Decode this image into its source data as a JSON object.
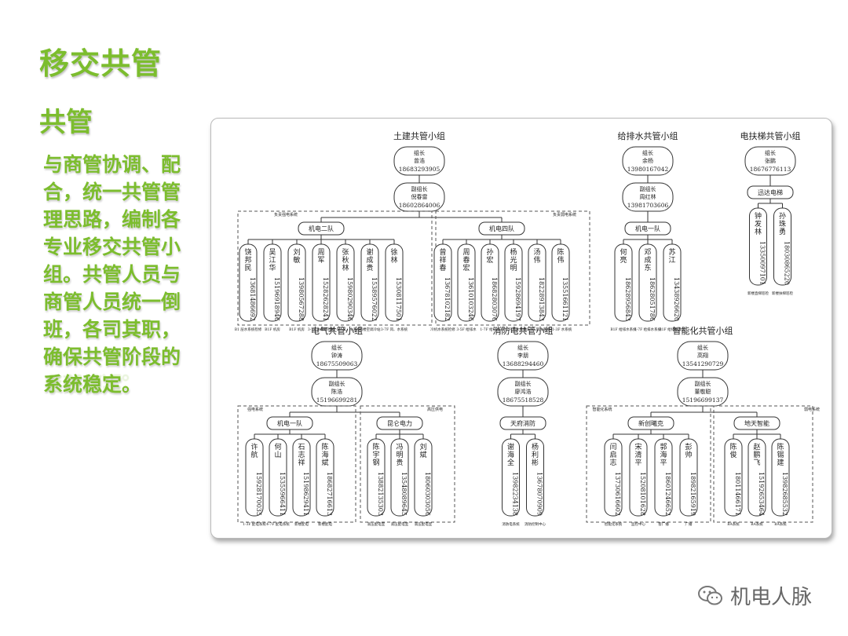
{
  "title": "移交共管",
  "subtitle": "共管",
  "body": {
    "lines": [
      "与商管协调、配",
      "合，统一共管管",
      "理思路，编制各",
      "专业移交共管小",
      "组。共管人员与",
      "商管人员统一倒",
      "班，各司其职，",
      "确保共管阶段的",
      "系统稳定。"
    ],
    "reflection": "系统稳定。"
  },
  "org_chart": {
    "top_groups": [
      {
        "heading": "土建共管小组",
        "leader": {
          "role": "组长",
          "name": "曾浩",
          "phone": "18683293905"
        },
        "deputy": {
          "role": "副组长",
          "name": "倪春雷",
          "phone": "18602864006"
        },
        "teams": [
          {
            "name": "机电二队",
            "note": "负责强电系统",
            "members": [
              {
                "name": "饶邦民",
                "phone": "13681486692",
                "duty": "B1 层水系统检修"
              },
              {
                "name": "吴江华",
                "phone": "15196918946",
                "duty": "B1F 机房"
              },
              {
                "name": "刘敏",
                "phone": "13980567288",
                "duty": "B1F 机房"
              },
              {
                "name": "周军",
                "phone": "15282628241",
                "duty": "3-7F 水系统检修"
              },
              {
                "name": "张秋林",
                "phone": "15980290346",
                "duty": "B1-3F 风、水系统"
              },
              {
                "name": "谢成贵",
                "phone": "15389576022",
                "duty": "新楼空调冷站"
              },
              {
                "name": "徐林",
                "phone": "15308117501",
                "duty": "3-7F 风、水系统"
              }
            ]
          },
          {
            "name": "机电四队",
            "note": "负责弱电系统",
            "members": [
              {
                "name": "曾祥春",
                "phone": "13678102182",
                "duty": "冷机水系统检修"
              },
              {
                "name": "周春宏",
                "phone": "13610103246",
                "duty": "3-5F 给排水"
              },
              {
                "name": "孙宏",
                "phone": "18682803076",
                "duty": "1-7F 给排水"
              },
              {
                "name": "杨光明",
                "phone": "15928694197",
                "duty": "B1-2F 风水系统"
              },
              {
                "name": "汤伟",
                "phone": "18228913843",
                "duty": "B1-3F 风水系统"
              },
              {
                "name": "陈伟",
                "phone": "13551661121",
                "duty": "B1-3F 水系统"
              }
            ]
          }
        ]
      },
      {
        "heading": "给排水共管小组",
        "leader": {
          "role": "组长",
          "name": "余杨",
          "phone": "13980167042"
        },
        "deputy": {
          "role": "副组长",
          "name": "周红林",
          "phone": "13981703606"
        },
        "teams": [
          {
            "name": "机电一队",
            "note": "",
            "members": [
              {
                "name": "何亮",
                "phone": "18628956843",
                "duty": "B1F 给排水系统"
              },
              {
                "name": "邓成东",
                "phone": "18628051786",
                "duty": "1-7F 给排水系统"
              },
              {
                "name": "苏江",
                "phone": "13438926620",
                "duty": "B1F 给排水泵房"
              }
            ]
          }
        ]
      },
      {
        "heading": "电扶梯共管小组",
        "leader": {
          "role": "组长",
          "name": "张鹏",
          "phone": "18676776113"
        },
        "deputy": null,
        "teams": [
          {
            "name": "迅达电梯",
            "note": "",
            "members": [
              {
                "name": "钟发林",
                "phone": "13350097101",
                "duty": "新楼直梯巡检"
              },
              {
                "name": "孙珠勇",
                "phone": "18030865220",
                "duty": "新楼扶梯巡检"
              }
            ]
          }
        ]
      }
    ],
    "bottom_groups": [
      {
        "heading": "电气共管小组",
        "leader": {
          "role": "组长",
          "name": "钟涛",
          "phone": "18675509063"
        },
        "deputy": {
          "role": "副组长",
          "name": "陈浩",
          "phone": "15196699281"
        },
        "teams": [
          {
            "name": "机电一队",
            "note": "强电系统",
            "members": [
              {
                "name": "许航",
                "phone": "15928170035",
                "duty": "1-3F 配电系统"
              },
              {
                "name": "何山",
                "phone": "15355966411",
                "duty": "4-7F 配电系统"
              },
              {
                "name": "石志祥",
                "phone": "15198629411",
                "duty": "新楼配电"
              },
              {
                "name": "陈海斌",
                "phone": "18682716613",
                "duty": "新楼配电"
              }
            ]
          },
          {
            "name": "昆仑电力",
            "note": "高压供电",
            "members": [
              {
                "name": "陈宇钢",
                "phone": "13882135303",
                "duty": "高压配电室"
              },
              {
                "name": "冯明贵",
                "phone": "13548089645",
                "duty": "高压配电室"
              },
              {
                "name": "刘斌",
                "phone": "18060303056",
                "duty": "高压配电室"
              }
            ]
          }
        ]
      },
      {
        "heading": "消防电共管小组",
        "leader": {
          "role": "组长",
          "name": "李朋",
          "phone": "13688294460"
        },
        "deputy": {
          "role": "副组长",
          "name": "廖鸿浩",
          "phone": "18675518528"
        },
        "teams": [
          {
            "name": "天府消防",
            "note": "",
            "members": [
              {
                "name": "谢海全",
                "phone": "13982234138",
                "duty": "消防电系统"
              },
              {
                "name": "杨利彬",
                "phone": "13678070909",
                "duty": "消防控制中心"
              }
            ]
          }
        ]
      },
      {
        "heading": "智能化共管小组",
        "leader": {
          "role": "组长",
          "name": "高翔",
          "phone": "13541290729"
        },
        "deputy": {
          "role": "副组长",
          "name": "董敬聪",
          "phone": "15196699137"
        },
        "teams": [
          {
            "name": "新创曦克",
            "note": "智能化系统",
            "members": [
              {
                "name": "闫启志",
                "phone": "13730616602",
                "duty": "智能化系统"
              },
              {
                "name": "宋清平",
                "phone": "15208101628",
                "duty": "监控中心"
              },
              {
                "name": "郭海平",
                "phone": "18601246652",
                "duty": "客广播"
              },
              {
                "name": "彭帅",
                "phone": "18982165919",
                "duty": "广播"
              }
            ]
          },
          {
            "name": "地天智能",
            "note": "弱电系统",
            "members": [
              {
                "name": "陈俊",
                "phone": "18011466171",
                "duty": "BA系统"
              },
              {
                "name": "赵鹏飞",
                "phone": "15192653464",
                "duty": "BA系统"
              },
              {
                "name": "陈锡建",
                "phone": "13982685532",
                "duty": "BA系统"
              }
            ]
          }
        ]
      }
    ]
  },
  "watermark": {
    "text": "机电人脉",
    "icon": "wechat-icon"
  },
  "colors": {
    "accent": "#7cbd2e",
    "note_red": "#d9534f"
  }
}
